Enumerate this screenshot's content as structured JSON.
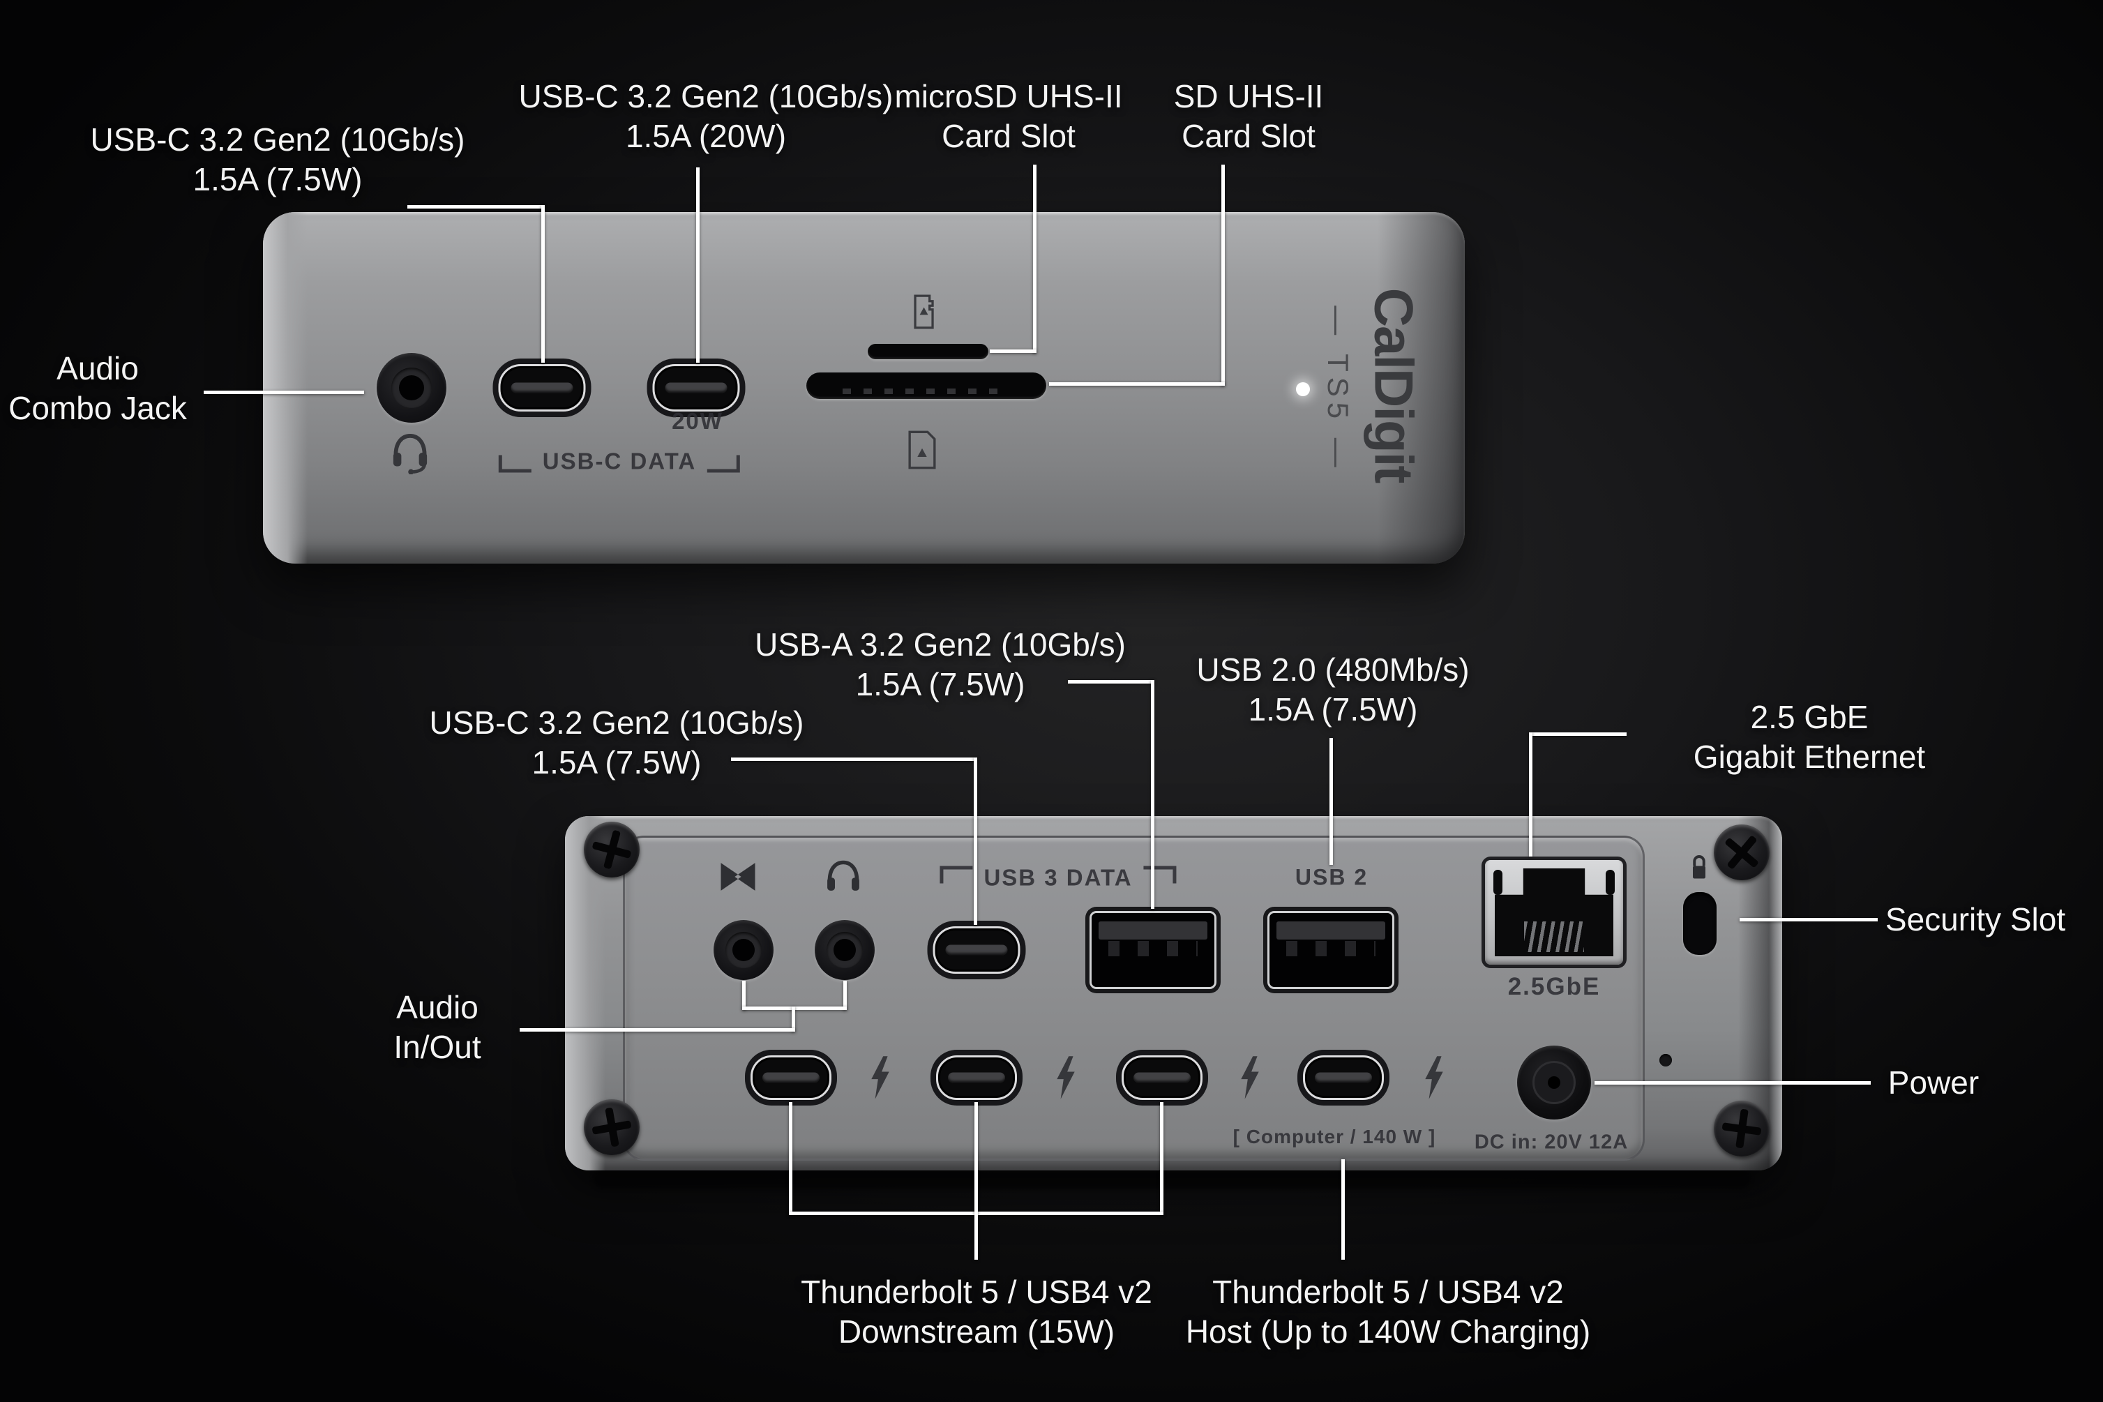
{
  "front": {
    "labels": {
      "audio": {
        "l1": "Audio",
        "l2": "Combo Jack"
      },
      "usbc1": {
        "l1": "USB-C 3.2 Gen2 (10Gb/s)",
        "l2": "1.5A (7.5W)"
      },
      "usbc2": {
        "l1": "USB-C 3.2 Gen2 (10Gb/s)",
        "l2": "1.5A (20W)"
      },
      "microsd": {
        "l1": "microSD UHS-II",
        "l2": "Card Slot"
      },
      "sd": {
        "l1": "SD UHS-II",
        "l2": "Card Slot"
      }
    },
    "markings": {
      "watt20": "20W",
      "usbc_data": "USB-C DATA",
      "brand": "CalDigit",
      "model_display": "— TS5 —"
    }
  },
  "rear": {
    "labels": {
      "usbc": {
        "l1": "USB-C 3.2 Gen2 (10Gb/s)",
        "l2": "1.5A (7.5W)"
      },
      "usba": {
        "l1": "USB-A 3.2 Gen2 (10Gb/s)",
        "l2": "1.5A (7.5W)"
      },
      "usb2": {
        "l1": "USB 2.0 (480Mb/s)",
        "l2": "1.5A (7.5W)"
      },
      "ethernet": {
        "l1": "2.5 GbE",
        "l2": "Gigabit Ethernet"
      },
      "security": {
        "l1": "Security Slot"
      },
      "power": {
        "l1": "Power"
      },
      "audio": {
        "l1": "Audio",
        "l2": "In/Out"
      },
      "tb_downstream": {
        "l1": "Thunderbolt 5 / USB4 v2",
        "l2": "Downstream (15W)"
      },
      "tb_host": {
        "l1": "Thunderbolt 5 / USB4 v2",
        "l2": "Host (Up to 140W Charging)"
      }
    },
    "markings": {
      "usb3_data": "USB 3 DATA",
      "usb2": "USB 2",
      "gbe": "2.5GbE",
      "computer": "[ Computer / 140 W ]",
      "dc_in": "DC in: 20V  12A"
    }
  },
  "colors": {
    "background": "#101011",
    "label_text": "#f4f4f4",
    "callout_line": "#ffffff",
    "aluminum": "#8f9092",
    "engraving": "#3c3d41",
    "led": "#ffffff"
  }
}
